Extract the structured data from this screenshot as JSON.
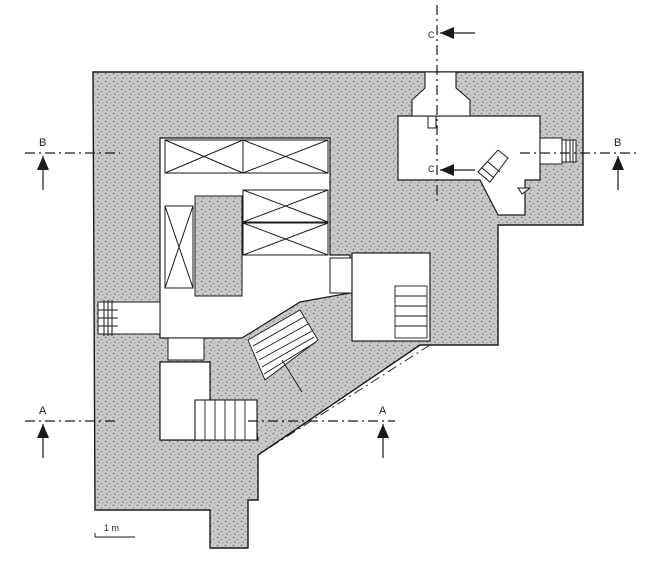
{
  "sections": {
    "a_left": "A",
    "a_right": "A",
    "b_left": "B",
    "b_right": "B",
    "c_top": "C",
    "c_mid": "C"
  },
  "scale_bar": {
    "label": "1 m"
  },
  "colors": {
    "wall_fill": "#c4c4c4",
    "room_fill": "#ffffff",
    "line": "#1a1a1a"
  }
}
